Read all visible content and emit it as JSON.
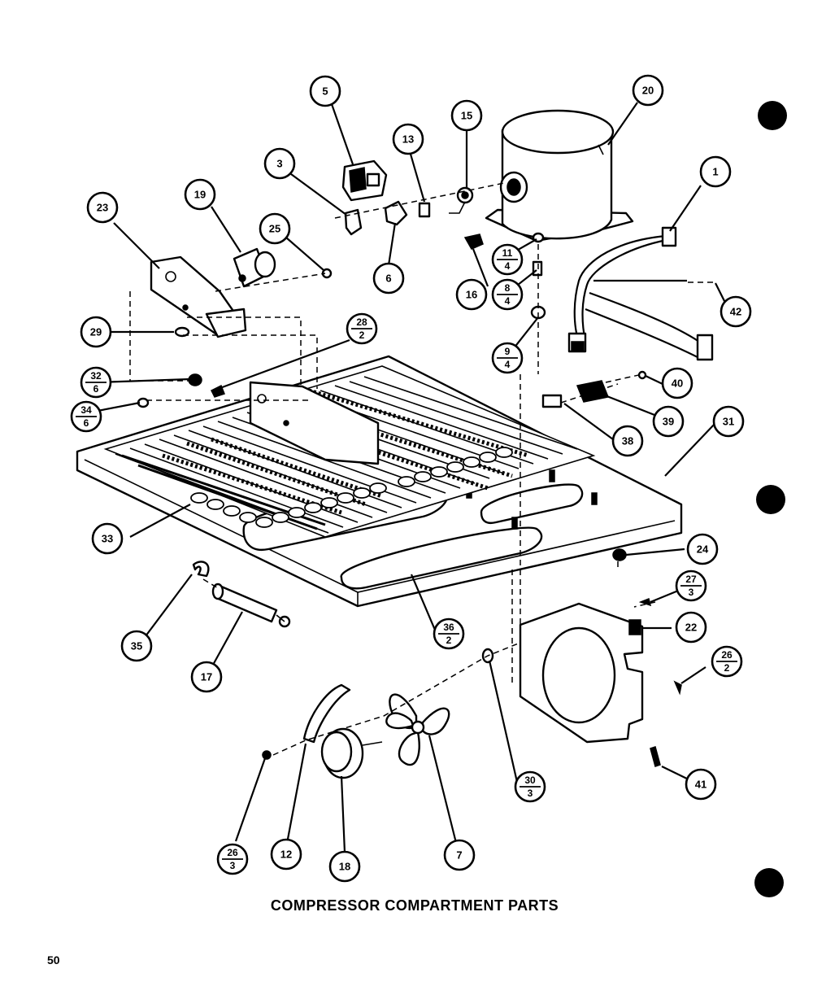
{
  "title": "COMPRESSOR COMPARTMENT PARTS",
  "page_number": "50",
  "callouts": [
    {
      "id": "c1",
      "label": "1"
    },
    {
      "id": "c3",
      "label": "3"
    },
    {
      "id": "c5",
      "label": "5"
    },
    {
      "id": "c6",
      "label": "6"
    },
    {
      "id": "c7",
      "label": "7"
    },
    {
      "id": "c12",
      "label": "12"
    },
    {
      "id": "c13",
      "label": "13"
    },
    {
      "id": "c15",
      "label": "15"
    },
    {
      "id": "c16",
      "label": "16"
    },
    {
      "id": "c17",
      "label": "17"
    },
    {
      "id": "c18",
      "label": "18"
    },
    {
      "id": "c19",
      "label": "19"
    },
    {
      "id": "c20",
      "label": "20"
    },
    {
      "id": "c22",
      "label": "22"
    },
    {
      "id": "c23",
      "label": "23"
    },
    {
      "id": "c24",
      "label": "24"
    },
    {
      "id": "c25",
      "label": "25"
    },
    {
      "id": "c29",
      "label": "29"
    },
    {
      "id": "c31",
      "label": "31"
    },
    {
      "id": "c33",
      "label": "33"
    },
    {
      "id": "c35",
      "label": "35"
    },
    {
      "id": "c38",
      "label": "38"
    },
    {
      "id": "c39",
      "label": "39"
    },
    {
      "id": "c40",
      "label": "40"
    },
    {
      "id": "c41",
      "label": "41"
    },
    {
      "id": "c42",
      "label": "42"
    }
  ],
  "fraction_callouts": [
    {
      "id": "f11-4",
      "top": "11",
      "bottom": "4"
    },
    {
      "id": "f8-4a",
      "top": "8",
      "bottom": "4"
    },
    {
      "id": "f9-4",
      "top": "9",
      "bottom": "4"
    },
    {
      "id": "f28-2",
      "top": "28",
      "bottom": "2"
    },
    {
      "id": "f32-6",
      "top": "32",
      "bottom": "6"
    },
    {
      "id": "f34-6",
      "top": "34",
      "bottom": "6"
    },
    {
      "id": "f36-2",
      "top": "36",
      "bottom": "2"
    },
    {
      "id": "f27-3",
      "top": "27",
      "bottom": "3"
    },
    {
      "id": "f26-2",
      "top": "26",
      "bottom": "2"
    },
    {
      "id": "f30-3",
      "top": "30",
      "bottom": "3"
    },
    {
      "id": "f26-3",
      "top": "26",
      "bottom": "3"
    }
  ]
}
